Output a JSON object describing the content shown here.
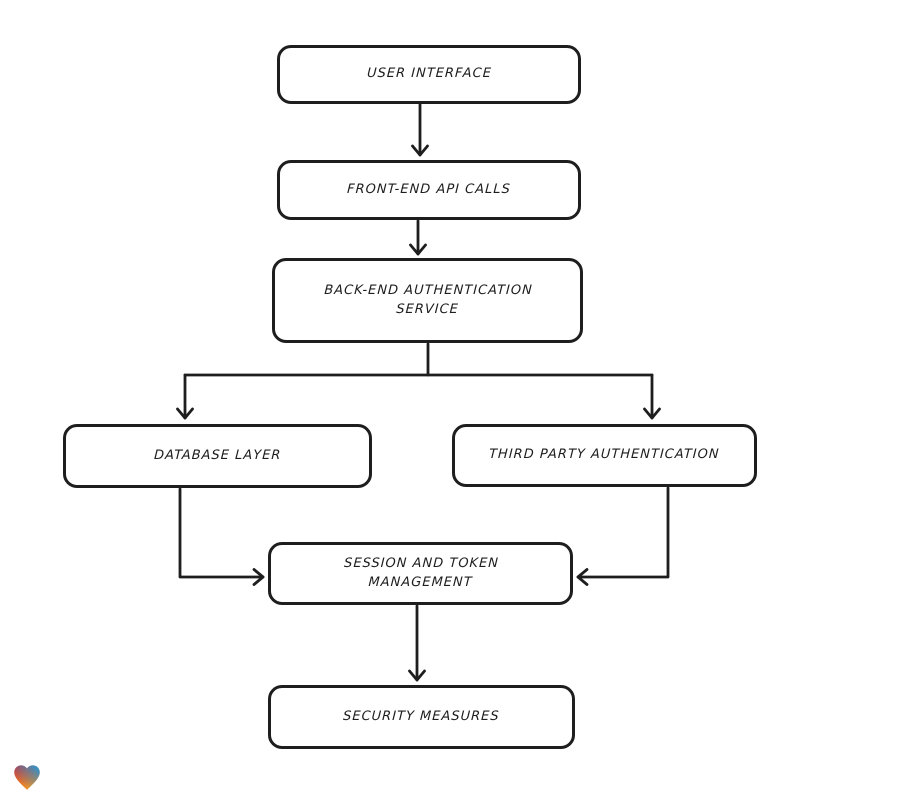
{
  "diagram": {
    "type": "flowchart",
    "style": "hand-drawn",
    "colors": {
      "background": "#ffffff",
      "node_fill": "#ffffff",
      "stroke": "#1e1e1e",
      "text": "#1e1e1e"
    },
    "nodes": [
      {
        "id": "user-interface",
        "label": "USER INTERFACE"
      },
      {
        "id": "front-end-api-calls",
        "label": "FRONT-END API CALLS"
      },
      {
        "id": "back-end-authentication-service",
        "label": "BACK-END AUTHENTICATION SERVICE"
      },
      {
        "id": "database-layer",
        "label": "DATABASE LAYER"
      },
      {
        "id": "third-party-authentication",
        "label": "THIRD PARTY AUTHENTICATION"
      },
      {
        "id": "session-and-token-management",
        "label": "SESSION AND TOKEN MANAGEMENT"
      },
      {
        "id": "security-measures",
        "label": "SECURITY MEASURES"
      }
    ],
    "edges": [
      {
        "from": "user-interface",
        "to": "front-end-api-calls"
      },
      {
        "from": "front-end-api-calls",
        "to": "back-end-authentication-service"
      },
      {
        "from": "back-end-authentication-service",
        "to": "database-layer"
      },
      {
        "from": "back-end-authentication-service",
        "to": "third-party-authentication"
      },
      {
        "from": "database-layer",
        "to": "session-and-token-management"
      },
      {
        "from": "third-party-authentication",
        "to": "session-and-token-management"
      },
      {
        "from": "session-and-token-management",
        "to": "security-measures"
      }
    ]
  },
  "logo": {
    "name": "gradient-heart-logo",
    "colors": {
      "red": "#e31b23",
      "blue": "#1f9cd9",
      "orange": "#f7941d"
    }
  }
}
